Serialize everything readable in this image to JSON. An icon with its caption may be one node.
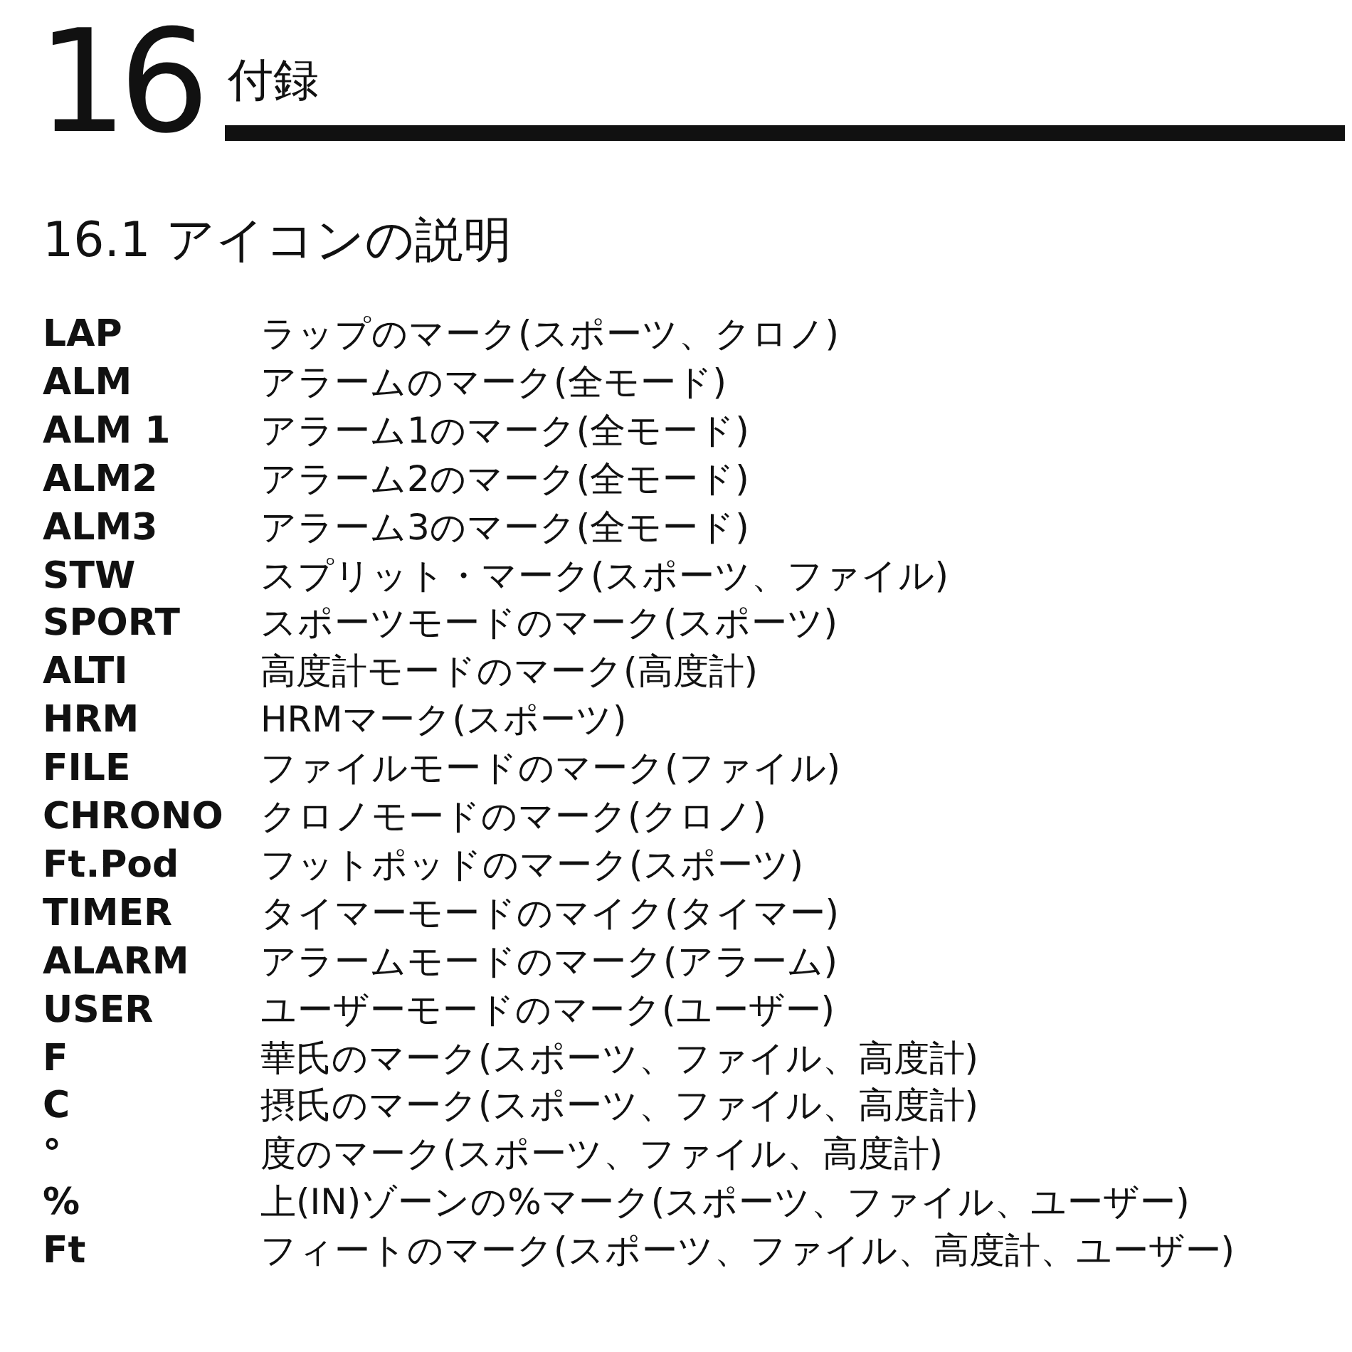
{
  "diagram": {
    "title": "付録",
    "labels": [
      "16",
      "16.1 アイコンの説明",
      "LAP",
      "ラップのマーク(スポーツ、クロノ)",
      "ALM",
      "アラームのマーク(全モード)",
      "ALM 1",
      "アラーム1のマーク(全モード)",
      "ALM2",
      "アラーム2のマーク(全モード)",
      "ALM3",
      "アラーム3のマーク(全モード)",
      "STW",
      "スプリット・マーク(スポーツ、ファイル)",
      "SPORT",
      "スポーツモードのマーク(スポーツ)",
      "ALTI",
      "高度計モードのマーク(高度計)",
      "HRM",
      "HRMマーク(スポーツ)",
      "FILE",
      "ファイルモードのマーク(ファイル)",
      "CHRONO",
      "クロノモードのマーク(クロノ)",
      "Ft.Pod",
      "フットポッドのマーク(スポーツ)",
      "TIMER",
      "タイマーモードのマイク(タイマー)",
      "ALARM",
      "アラームモードのマーク(アラーム)",
      "USER",
      "ユーザーモードのマーク(ユーザー)",
      "F",
      "華氏のマーク(スポーツ、ファイル、高度計)",
      "C",
      "摂氏のマーク(スポーツ、ファイル、高度計)",
      "°",
      "度のマーク(スポーツ、ファイル、高度計)",
      "%",
      "上(IN)ゾーンの%マーク(スポーツ、ファイル、ユーザー)",
      "Ft",
      "フィートのマーク(スポーツ、ファイル、高度計、ユーザー)"
    ]
  }
}
